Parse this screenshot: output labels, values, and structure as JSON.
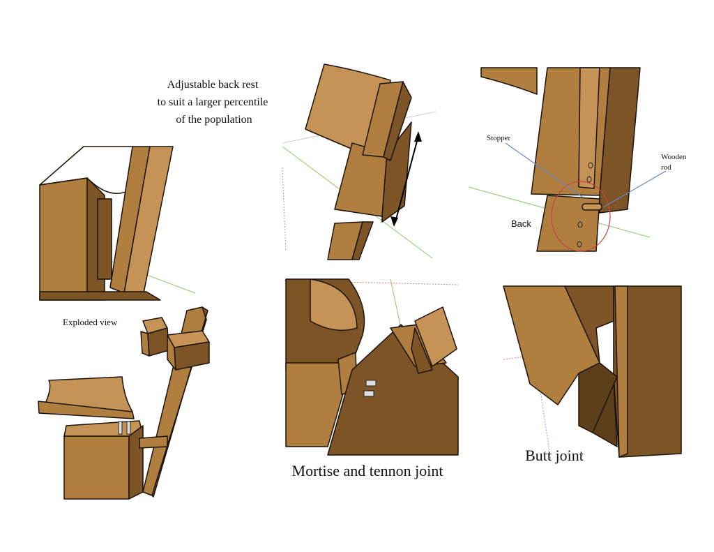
{
  "captions": {
    "adjustable_line1": "Adjustable back rest",
    "adjustable_line2": "to suit a larger percentile",
    "adjustable_line3": "of the population",
    "exploded_view": "Exploded view",
    "stopper": "Stopper",
    "wooden_line1": "Wooden",
    "wooden_line2": "rod",
    "back": "Back",
    "mortise": "Mortise and tennon joint",
    "butt": "Butt joint"
  },
  "colors": {
    "wood": "#b07f40",
    "wood_light": "#c59356",
    "wood_dark": "#7c5426",
    "annotation_line": "#6b86c8",
    "highlight_circle": "#d04040"
  }
}
